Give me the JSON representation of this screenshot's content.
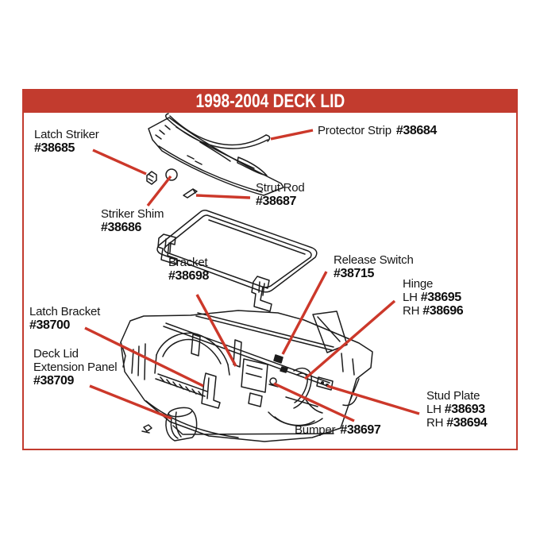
{
  "header": {
    "title": "1998-2004 DECK LID"
  },
  "colors": {
    "accent_red": "#c23b2e",
    "leader_red": "#cc382a",
    "ink": "#1c1c1c",
    "background": "#ffffff"
  },
  "labels": {
    "latch_striker": {
      "name": "Latch Striker",
      "number": "#38685"
    },
    "striker_shim": {
      "name": "Striker Shim",
      "number": "#38686"
    },
    "protector_strip": {
      "name": "Protector Strip",
      "number": "#38684"
    },
    "strut_rod": {
      "name": "Strut Rod",
      "number": "#38687"
    },
    "bracket": {
      "name": "Bracket",
      "number": "#38698"
    },
    "release_switch": {
      "name": "Release Switch",
      "number": "#38715"
    },
    "hinge": {
      "name": "Hinge",
      "lh_label": "LH",
      "lh_number": "#38695",
      "rh_label": "RH",
      "rh_number": "#38696"
    },
    "latch_bracket": {
      "name": "Latch Bracket",
      "number": "#38700"
    },
    "deck_lid_extension": {
      "name_line1": "Deck Lid",
      "name_line2": "Extension Panel",
      "number": "#38709"
    },
    "stud_plate": {
      "name": "Stud Plate",
      "lh_label": "LH",
      "lh_number": "#38693",
      "rh_label": "RH",
      "rh_number": "#38694"
    },
    "bumper": {
      "name": "Bumper",
      "number": "#38697"
    }
  }
}
